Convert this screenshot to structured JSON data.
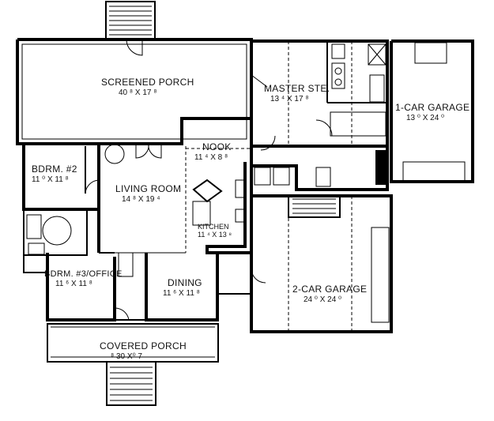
{
  "rooms": {
    "screened_porch": {
      "name": "SCREENED PORCH",
      "dim": "40 ⁸ X 17 ⁸"
    },
    "master_suite": {
      "name": "MASTER STE.",
      "dim": "13 ⁴ X 17 ⁸"
    },
    "garage_1car": {
      "name": "1-CAR GARAGE",
      "dim": "13 ⁰ X 24 ⁰"
    },
    "nook": {
      "name": "NOOK",
      "dim": "11 ⁴ X 8 ⁸"
    },
    "bedroom_2": {
      "name": "BDRM. #2",
      "dim": "11 ⁰ X 11 ⁸"
    },
    "living_room": {
      "name": "LIVING ROOM",
      "dim": "14 ⁸ X 19 ⁴"
    },
    "kitchen": {
      "name": "KITCHEN",
      "dim": "11 ⁴ X 13 ⁸"
    },
    "bedroom_3": {
      "name": "BDRM. #3/OFFICE",
      "dim": "11 ⁶ X 11 ⁸"
    },
    "dining": {
      "name": "DINING",
      "dim": "11 ⁶ X 11 ⁸"
    },
    "garage_2car": {
      "name": "2-CAR GARAGE",
      "dim": "24 ⁰ X 24 ⁰"
    },
    "covered_porch": {
      "name": "COVERED PORCH",
      "dim": "⁸ 30 X⁰ 7"
    }
  },
  "colors": {
    "line": "#000000",
    "background": "#ffffff"
  }
}
